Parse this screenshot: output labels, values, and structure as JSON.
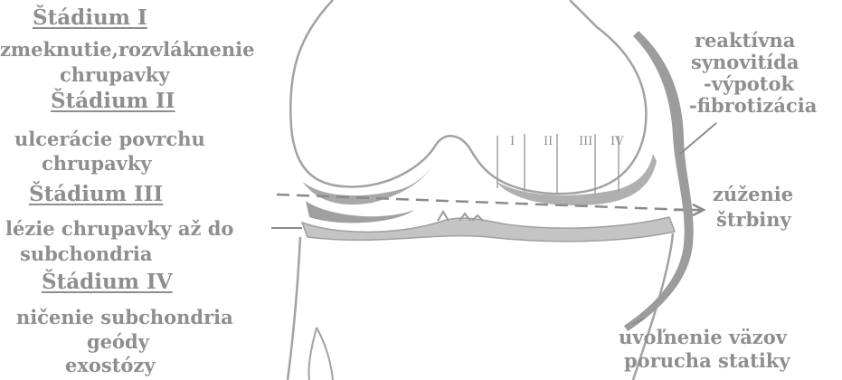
{
  "stages": [
    {
      "title": "Štádium I",
      "lines": [
        "zmeknutie,rozvláknenie",
        "chrupavky"
      ]
    },
    {
      "title": "Štádium II",
      "lines": [
        "ulcerácie povrchu",
        "chrupavky"
      ]
    },
    {
      "title": "Štádium III",
      "lines": [
        "lézie chrupavky až do",
        "subchondria"
      ]
    },
    {
      "title": "Štádium IV",
      "lines": [
        "ničenie subchondria",
        "geódy",
        "exostózy"
      ]
    }
  ],
  "right_labels": {
    "synovitis": [
      "reaktívna",
      "synovitída",
      "-výpotok",
      "-fibrotizácia"
    ],
    "narrowing": [
      "zúženie",
      "štrbiny"
    ],
    "ligaments": [
      "uvoľnenie väzov",
      "porucha statiky"
    ]
  },
  "zone_labels": [
    "I",
    "II",
    "III",
    "IV"
  ],
  "colors": {
    "text": "#8e8e8e",
    "outline": "#9a9a9a",
    "cartilage": "#a8a8a8",
    "dark": "#7c7c7c"
  }
}
